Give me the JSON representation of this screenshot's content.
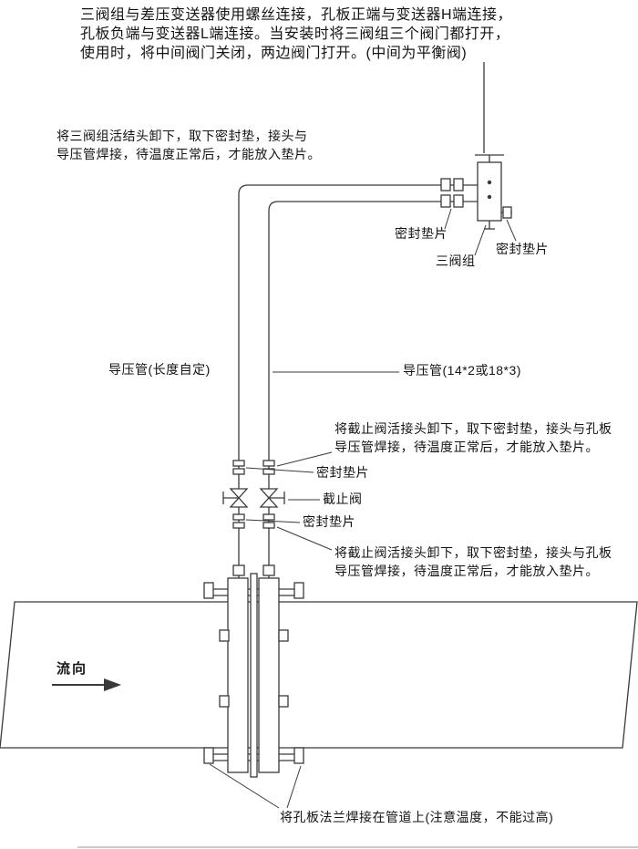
{
  "diagram": {
    "intro": {
      "lines": [
        "三阀组与差压变送器使用螺丝连接，孔板正端与变送器H端连接，",
        "孔板负端与变送器L端连接。当安装时将三阀组三个阀门都打开，",
        "使用时，将中间阀门关闭，两边阀门打开。(中间为平衡阀)"
      ]
    },
    "notes": {
      "manifold_note": {
        "lines": [
          "将三阀组活结头卸下，取下密封垫，接头与",
          "导压管焊接，待温度正常后，才能放入垫片。"
        ]
      },
      "stop_valve_note_upper": {
        "lines": [
          "将截止阀活接头卸下，取下密封垫，接头与孔板",
          "导压管焊接，待温度正常后，才能放入垫片。"
        ]
      },
      "stop_valve_note_lower": {
        "lines": [
          "将截止阀活接头卸下，取下密封垫，接头与孔板",
          "导压管焊接，待温度正常后，才能放入垫片。"
        ]
      },
      "weld_note": "将孔板法兰焊接在管道上(注意温度，不能过高)"
    },
    "labels": {
      "gasket_manifold_left": "密封垫片",
      "manifold": "三阀组",
      "gasket_manifold_right": "密封垫片",
      "impulse_pipe_left": "导压管(长度自定)",
      "impulse_pipe_right": "导压管(14*2或18*3)",
      "gasket_above_valve": "密封垫片",
      "stop_valve": "截止阀",
      "gasket_below_valve": "密封垫片",
      "flow_direction": "流向"
    },
    "colors": {
      "line": "#3a3a3a",
      "text": "#141414",
      "background": "#ffffff"
    }
  }
}
